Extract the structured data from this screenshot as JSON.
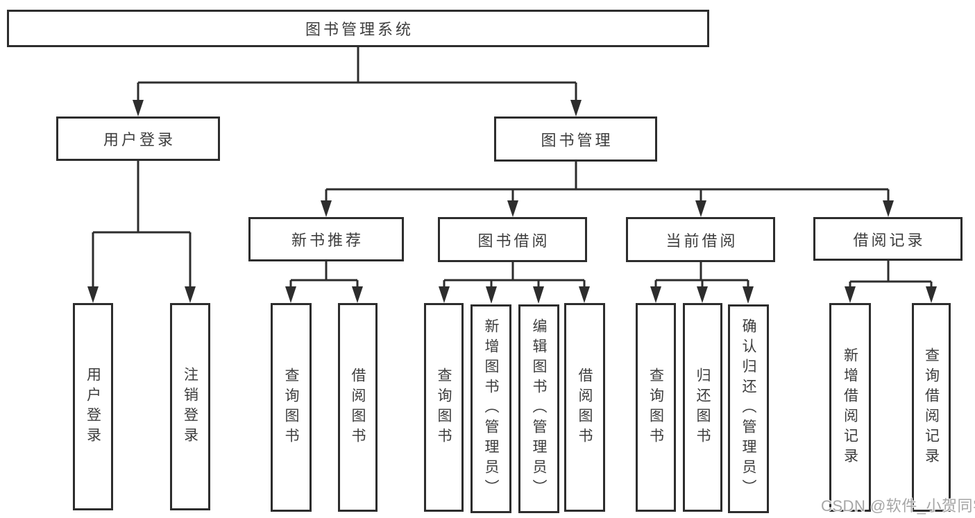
{
  "diagram": {
    "title": "图书管理系统",
    "branches": {
      "user_login": {
        "label": "用户登录",
        "children": [
          "用户登录",
          "注销登录"
        ]
      },
      "book_mgmt": {
        "label": "图书管理"
      }
    },
    "modules": [
      {
        "label": "新书推荐",
        "children": [
          "查询图书",
          "借阅图书"
        ]
      },
      {
        "label": "图书借阅",
        "children": [
          "查询图书",
          "新增图书（管理员）",
          "编辑图书（管理员）",
          "借阅图书"
        ]
      },
      {
        "label": "当前借阅",
        "children": [
          "查询图书",
          "归还图书",
          "确认归还（管理员）"
        ]
      },
      {
        "label": "借阅记录",
        "children": [
          "新增借阅记录",
          "查询借阅记录"
        ]
      }
    ]
  },
  "watermark": {
    "text": "CSDN @软件_小贺同学"
  },
  "colors": {
    "line": "#2d2d2d",
    "text": "#3d3d3d",
    "watermark": "#a6a6a6",
    "background": "#ffffff"
  }
}
